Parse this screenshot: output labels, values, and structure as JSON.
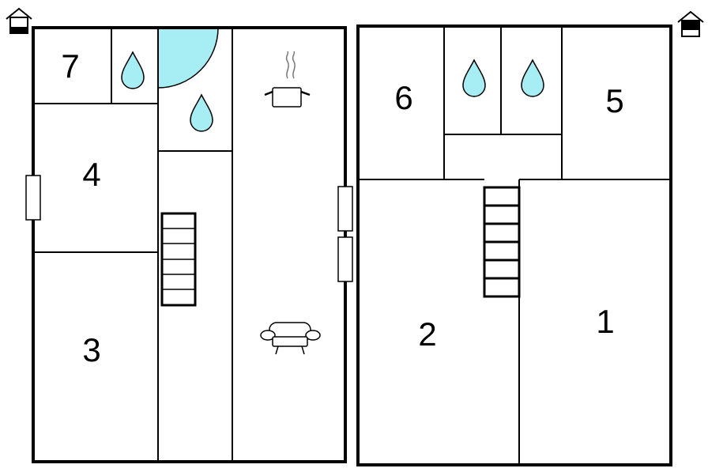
{
  "colors": {
    "water": "#a6eef4",
    "wall": "#000000",
    "background": "#ffffff"
  },
  "floors": [
    {
      "name": "",
      "floor_icon": "house-ground-floor-icon",
      "rooms": [
        "7",
        "4",
        "3"
      ],
      "icons": [
        "water-drop-icon",
        "shower-quarter-circle-icon",
        "water-drop-icon",
        "stairs-icon",
        "cooking-pot-icon",
        "sofa-icon",
        "window-icon",
        "window-icon",
        "window-icon"
      ]
    },
    {
      "name": "",
      "floor_icon": "house-upper-floor-icon",
      "rooms": [
        "6",
        "5",
        "2",
        "1"
      ],
      "icons": [
        "water-drop-icon",
        "water-drop-icon",
        "stairs-icon"
      ]
    }
  ]
}
